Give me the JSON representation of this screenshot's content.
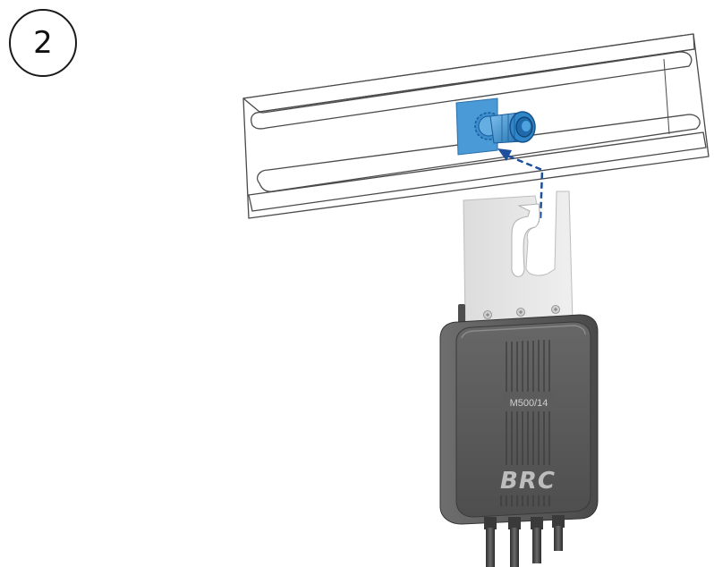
{
  "step": {
    "number": "2"
  },
  "device": {
    "brand": "BRC",
    "model": "M500/14"
  },
  "colors": {
    "rail_stroke": "#4a4a4a",
    "bolt_highlight": "#4a9ad8",
    "bolt_body": "#2f86c8",
    "arrow": "#1d4f9c",
    "bracket": "#e6e6e6",
    "housing": "#4a4a4a",
    "housing_front": "#5a5a5a"
  },
  "icons": [
    "mounting-bolt-icon",
    "fastening-arrow-icon"
  ]
}
